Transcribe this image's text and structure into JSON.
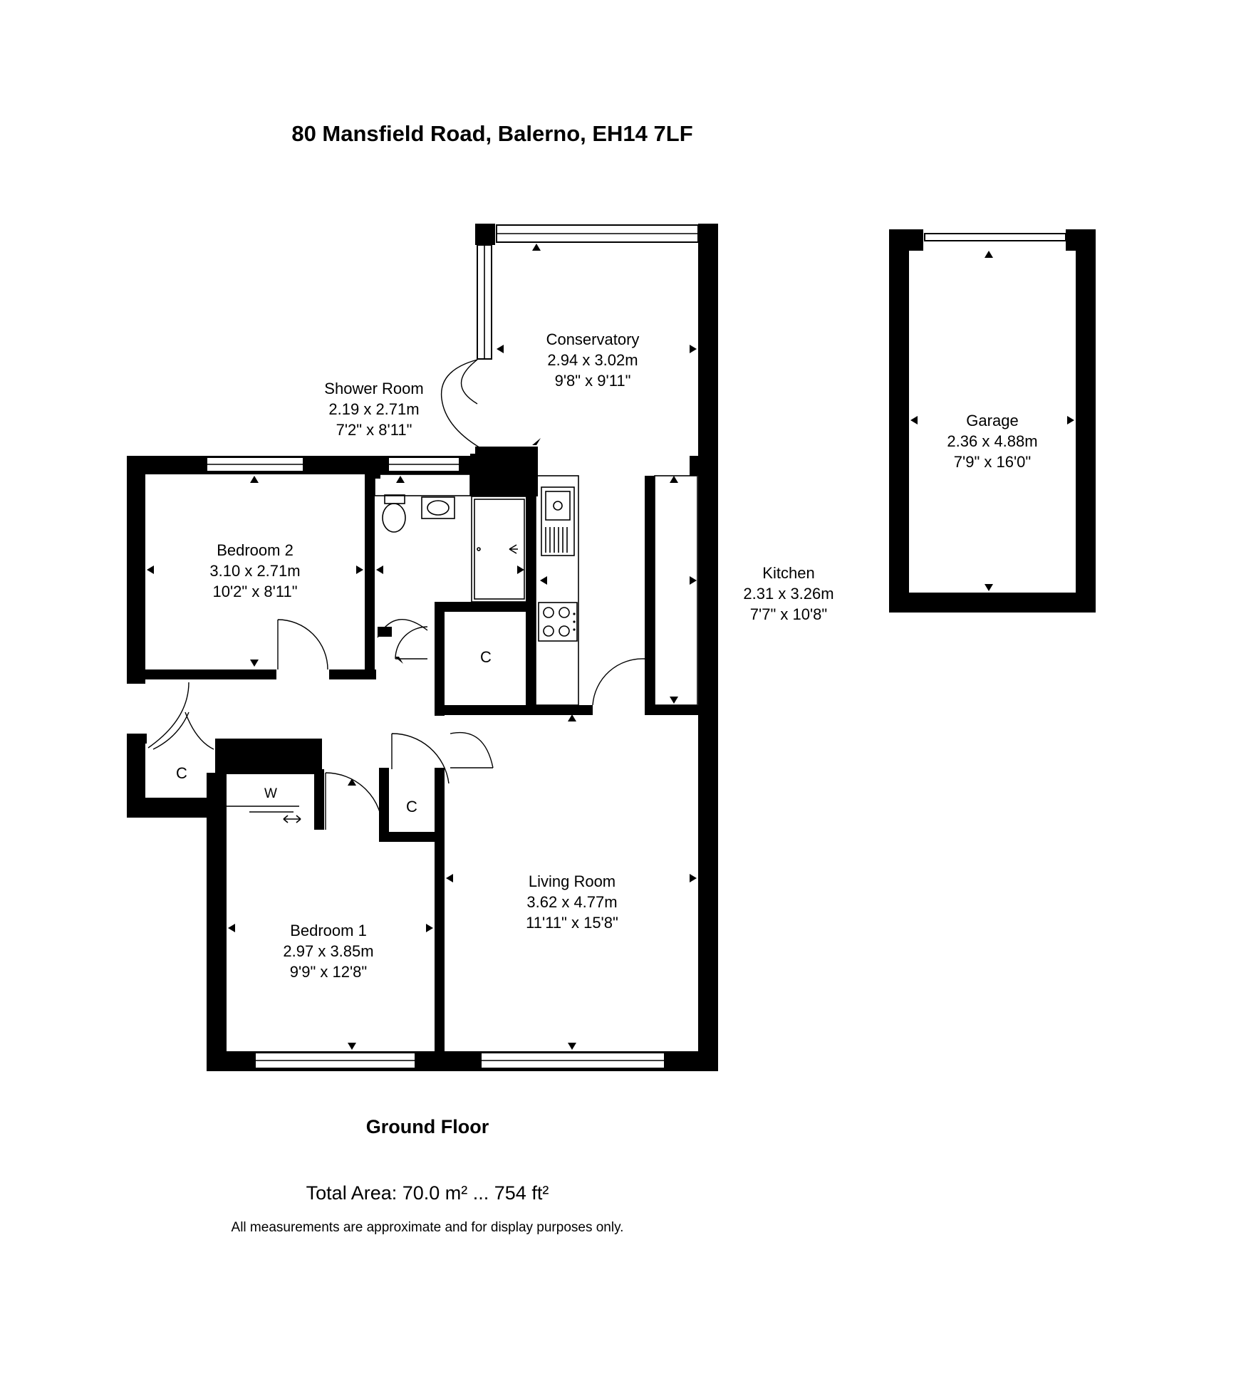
{
  "title": "80 Mansfield Road, Balerno, EH14 7LF",
  "floor_label": "Ground Floor",
  "total_area": "Total Area: 70.0 m² ... 754 ft²",
  "disclaimer": "All measurements are approximate and for display purposes only.",
  "rooms": {
    "conservatory": {
      "name": "Conservatory",
      "metric": "2.94 x 3.02m",
      "imperial": "9'8\" x 9'11\""
    },
    "shower_room": {
      "name": "Shower Room",
      "metric": "2.19 x 2.71m",
      "imperial": "7'2\" x 8'11\""
    },
    "bedroom_2": {
      "name": "Bedroom 2",
      "metric": "3.10 x 2.71m",
      "imperial": "10'2\" x 8'11\""
    },
    "kitchen": {
      "name": "Kitchen",
      "metric": "2.31 x 3.26m",
      "imperial": "7'7\" x 10'8\""
    },
    "garage": {
      "name": "Garage",
      "metric": "2.36 x 4.88m",
      "imperial": "7'9\" x 16'0\""
    },
    "living_room": {
      "name": "Living Room",
      "metric": "3.62 x 4.77m",
      "imperial": "11'11\" x 15'8\""
    },
    "bedroom_1": {
      "name": "Bedroom 1",
      "metric": "2.97 x 3.85m",
      "imperial": "9'9\" x 12'8\""
    }
  },
  "cupboard_label": "C",
  "wardrobe_label": "W"
}
